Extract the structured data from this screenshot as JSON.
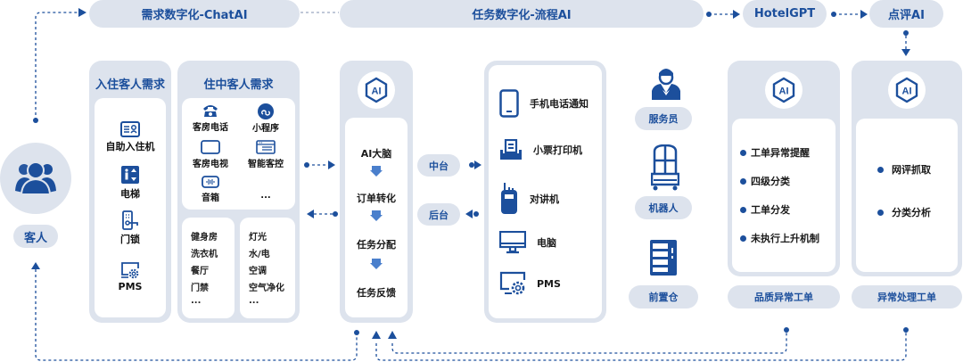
{
  "top_bar": {
    "demand_ai": "需求数字化-ChatAI",
    "task_ai": "任务数字化-流程AI",
    "hotel_gpt": "HotelGPT",
    "review_ai": "点评AI"
  },
  "guest": {
    "label": "客人",
    "icon": "people-group-icon"
  },
  "checkin_panel": {
    "title": "入住客人需求",
    "items": [
      {
        "label": "自助入住机",
        "icon": "id-card-icon"
      },
      {
        "label": "电梯",
        "icon": "elevator-icon"
      },
      {
        "label": "门锁",
        "icon": "door-lock-icon"
      },
      {
        "label": "PMS",
        "icon": "monitor-gear-icon"
      }
    ]
  },
  "stay_panel": {
    "title": "住中客人需求",
    "items": [
      {
        "label": "客房电话",
        "icon": "telephone-icon"
      },
      {
        "label": "小程序",
        "icon": "mini-program-icon"
      },
      {
        "label": "客房电视",
        "icon": "tv-icon"
      },
      {
        "label": "智能客控",
        "icon": "smart-control-icon"
      },
      {
        "label": "音箱",
        "icon": "speaker-icon"
      },
      {
        "label": "..."
      }
    ],
    "list_left": [
      "健身房",
      "洗衣机",
      "餐厅",
      "门禁",
      "..."
    ],
    "list_right": [
      "灯光",
      "水/电",
      "空调",
      "空气净化",
      "..."
    ]
  },
  "ai_brain": {
    "badge": "AI",
    "steps": [
      "AI大脑",
      "订单转化",
      "任务分配",
      "任务反馈"
    ]
  },
  "middle_tags": {
    "mid": "中台",
    "back": "后台"
  },
  "devices": [
    {
      "label": "手机电话通知",
      "icon": "mobile-phone-icon"
    },
    {
      "label": "小票打印机",
      "icon": "receipt-printer-icon"
    },
    {
      "label": "对讲机",
      "icon": "walkie-talkie-icon"
    },
    {
      "label": "电脑",
      "icon": "desktop-icon"
    },
    {
      "label": "PMS",
      "icon": "monitor-gear-icon"
    }
  ],
  "executors": [
    {
      "label": "服务员",
      "icon": "waiter-icon"
    },
    {
      "label": "机器人",
      "icon": "robot-icon"
    },
    {
      "label": "前置仓",
      "icon": "storage-cabinet-icon"
    }
  ],
  "quality_panel": {
    "badge": "AI",
    "bullets": [
      "工单异常提醒",
      "四级分类",
      "工单分发",
      "未执行上升机制"
    ],
    "footer": "品质异常工单"
  },
  "exception_panel": {
    "badge": "AI",
    "bullets": [
      "网评抓取",
      "分类分析"
    ],
    "footer": "异常处理工单"
  },
  "colors": {
    "primary": "#1c4f9c",
    "panel": "#dde3ed",
    "white": "#ffffff"
  }
}
